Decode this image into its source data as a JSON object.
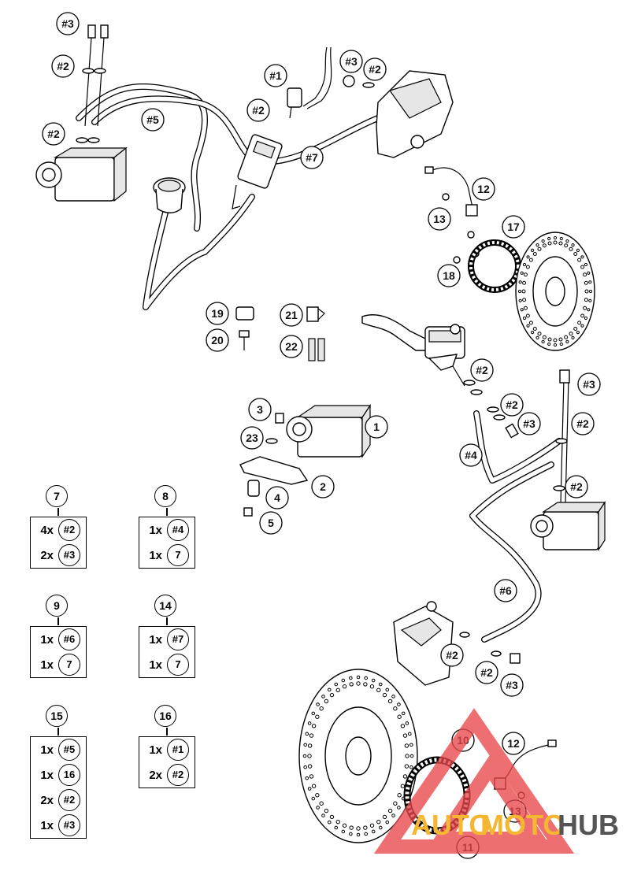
{
  "diagram": {
    "callouts": {
      "c1": "1",
      "c2": "2",
      "c3": "3",
      "c4": "4",
      "c5": "5",
      "c10": "10",
      "c11": "11",
      "c12a": "12",
      "c12b": "12",
      "c13a": "13",
      "c13b": "13",
      "c17": "17",
      "c18": "18",
      "c19": "19",
      "c20": "20",
      "c21": "21",
      "c22": "22",
      "c23": "23",
      "h1": "#1",
      "h2a": "#2",
      "h2b": "#2",
      "h2c": "#2",
      "h2d": "#2",
      "h2e": "#2",
      "h2f": "#2",
      "h2g": "#2",
      "h2h": "#2",
      "h2i": "#2",
      "h2j": "#2",
      "h3a": "#3",
      "h3b": "#3",
      "h3c": "#3",
      "h3d": "#3",
      "h3e": "#3",
      "h4": "#4",
      "h5": "#5",
      "h6": "#6",
      "h7": "#7"
    },
    "kits": [
      {
        "id": "7",
        "rows": [
          {
            "qty": "4x",
            "ref": "#2"
          },
          {
            "qty": "2x",
            "ref": "#3"
          }
        ]
      },
      {
        "id": "8",
        "rows": [
          {
            "qty": "1x",
            "ref": "#4"
          },
          {
            "qty": "1x",
            "ref": "7"
          }
        ]
      },
      {
        "id": "9",
        "rows": [
          {
            "qty": "1x",
            "ref": "#6"
          },
          {
            "qty": "1x",
            "ref": "7"
          }
        ]
      },
      {
        "id": "14",
        "rows": [
          {
            "qty": "1x",
            "ref": "#7"
          },
          {
            "qty": "1x",
            "ref": "7"
          }
        ]
      },
      {
        "id": "15",
        "rows": [
          {
            "qty": "1x",
            "ref": "#5"
          },
          {
            "qty": "1x",
            "ref": "16"
          },
          {
            "qty": "2x",
            "ref": "#2"
          },
          {
            "qty": "1x",
            "ref": "#3"
          }
        ]
      },
      {
        "id": "16",
        "rows": [
          {
            "qty": "1x",
            "ref": "#1"
          },
          {
            "qty": "2x",
            "ref": "#2"
          }
        ]
      }
    ]
  },
  "watermark": {
    "auto": "AUTO",
    "moto": "MOTO",
    "hub": "HUB",
    "auto_color": "#f5b731",
    "moto_color": "#f5b731",
    "hub_color": "#555555",
    "logo_color": "#e8474a"
  }
}
